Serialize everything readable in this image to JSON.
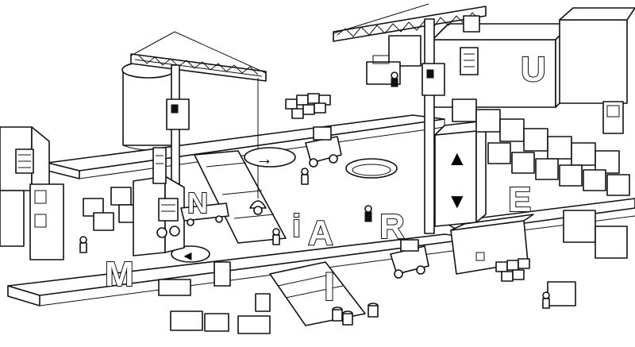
{
  "game": {
    "style": "hand-drawn black and white line art",
    "colors": {
      "ink": "#111111",
      "paper": "#ffffff"
    }
  },
  "letters": {
    "m": "M",
    "n": "N",
    "i_small": "i",
    "a": "A",
    "r": "R",
    "u": "U",
    "e": "E",
    "i_tall": "I"
  },
  "icons": {
    "arrow_right": "→",
    "arrow_up": "▲",
    "arrow_down": "▼",
    "arrow_left": "◀"
  }
}
